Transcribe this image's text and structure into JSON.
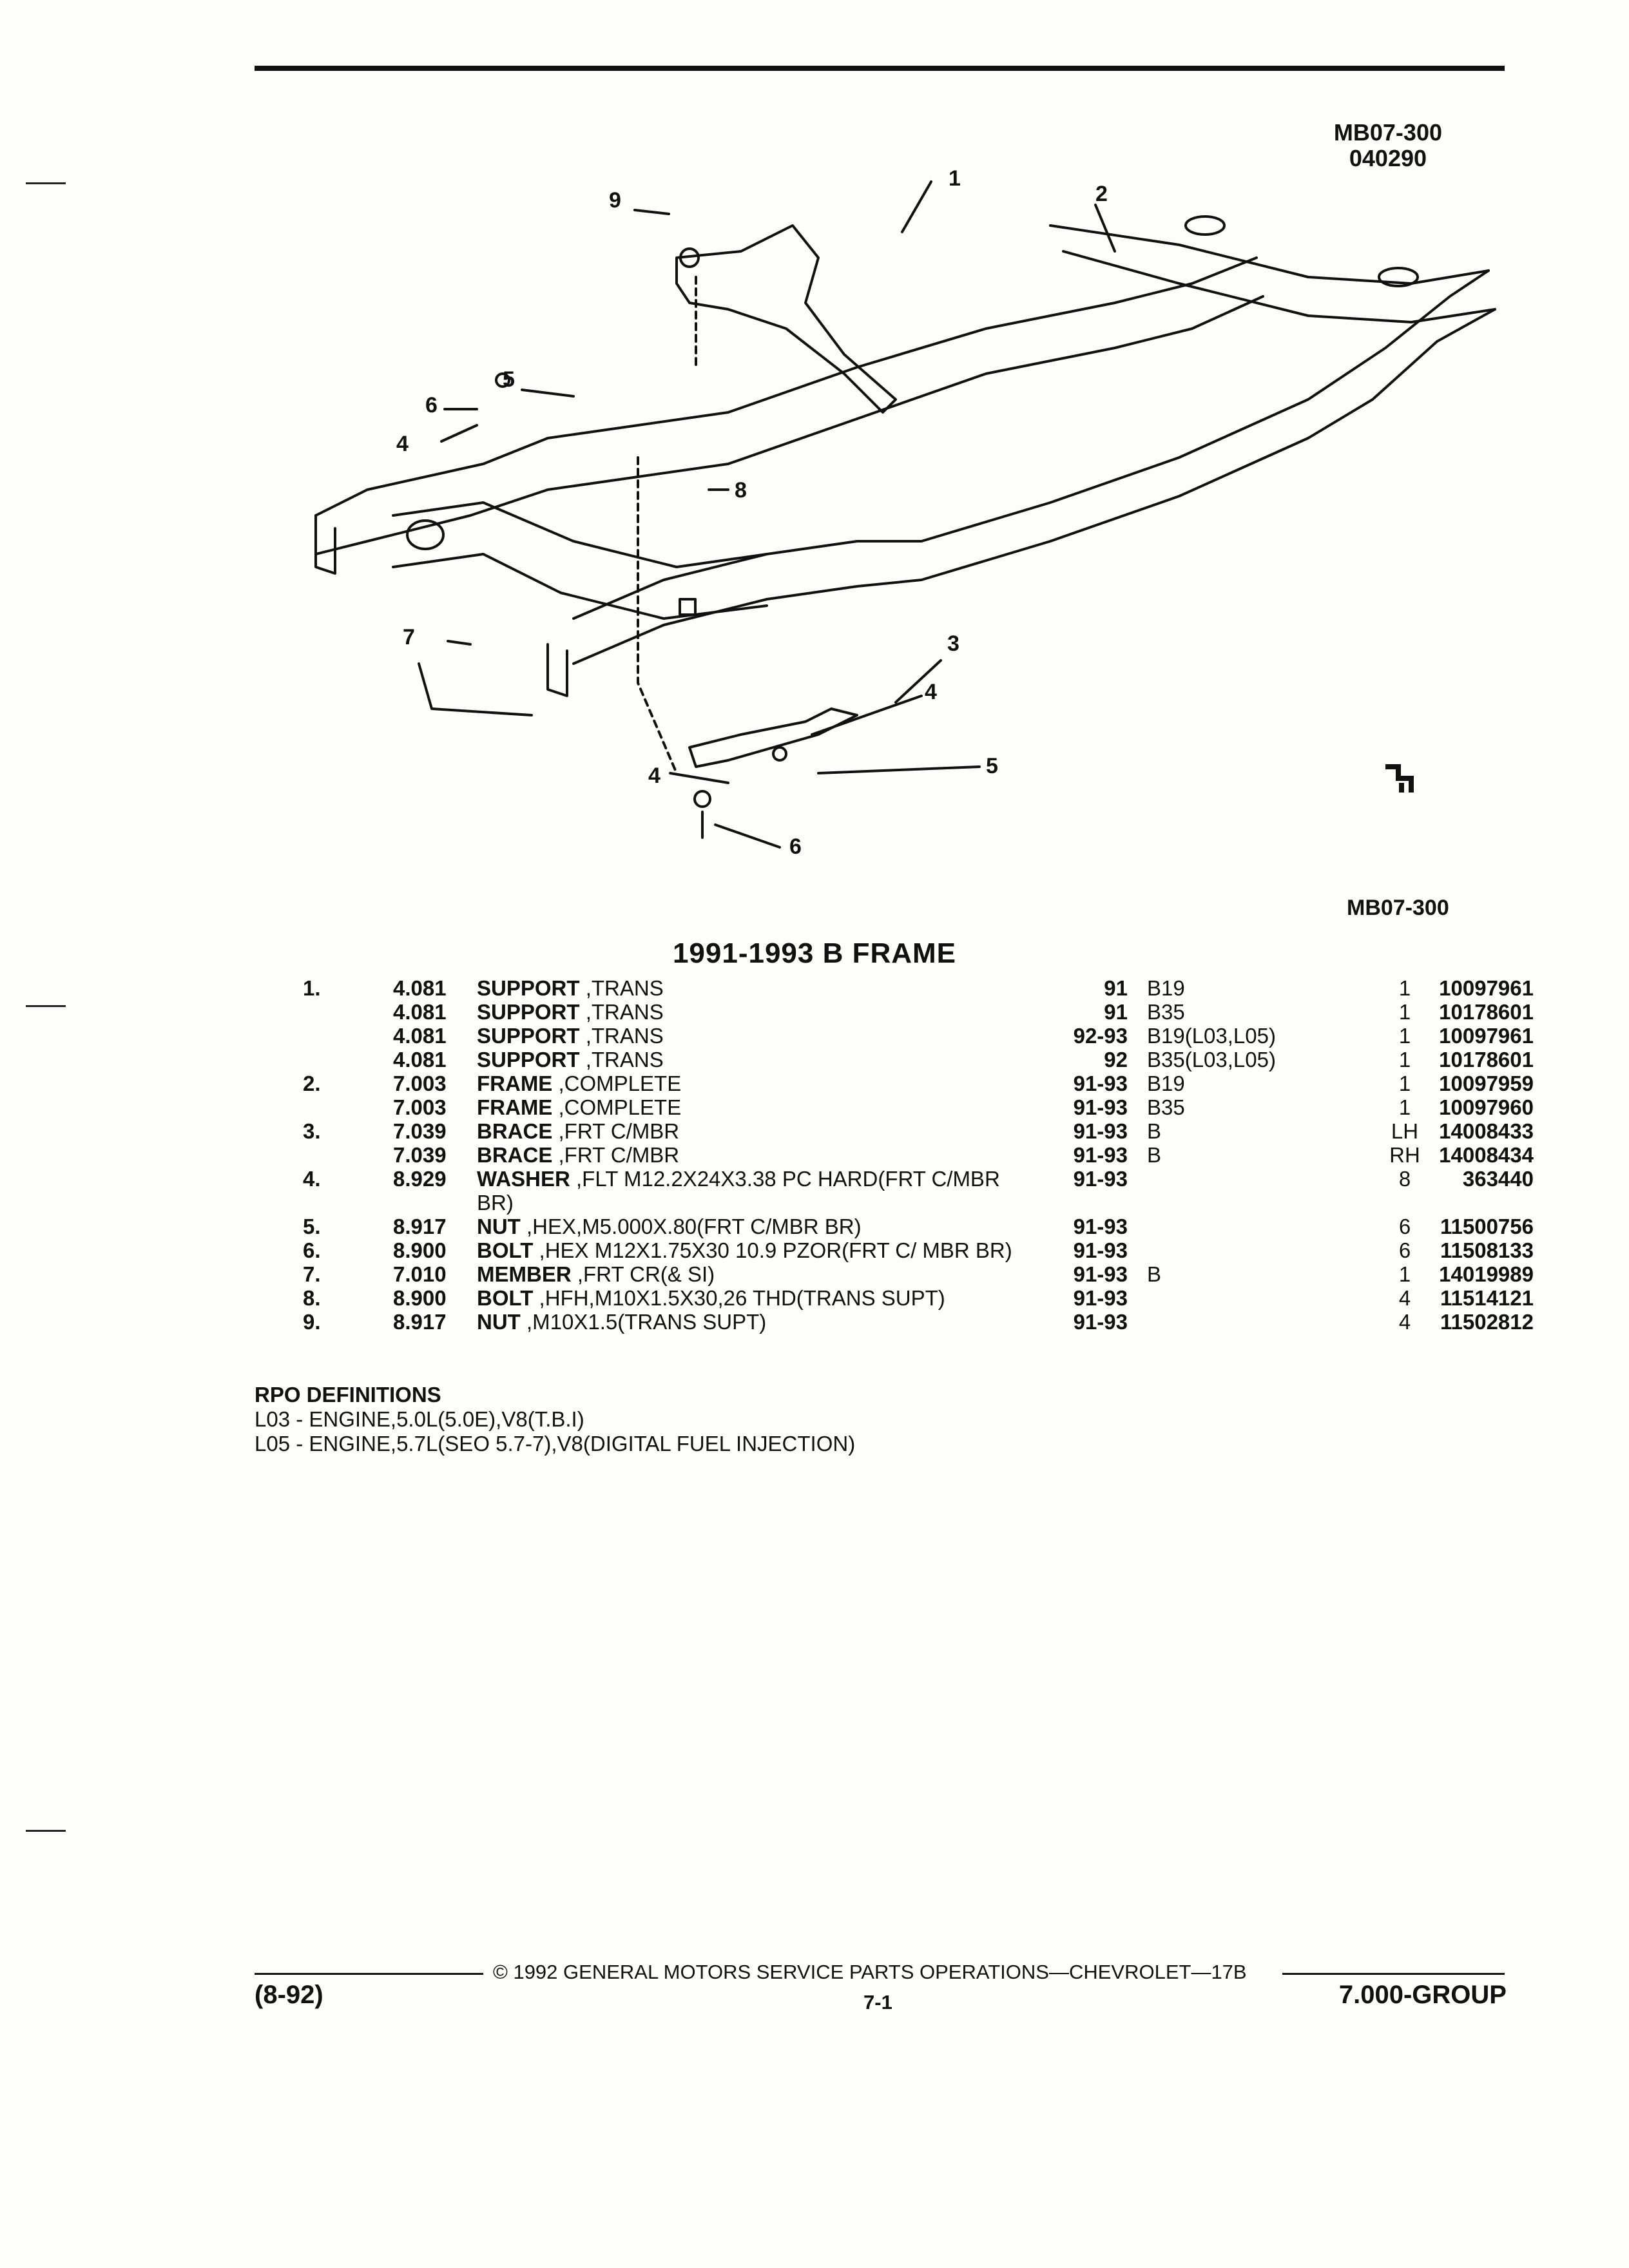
{
  "header": {
    "doc_code": "MB07-300",
    "doc_date": "040290"
  },
  "illustration": {
    "figure_ref": "MB07-300",
    "callouts": [
      "1",
      "2",
      "3",
      "4",
      "4",
      "5",
      "5",
      "6",
      "6",
      "7",
      "8",
      "9"
    ]
  },
  "title": "1991-1993 B FRAME",
  "parts": [
    {
      "ref": "1.",
      "group": "4.081",
      "name": "SUPPORT",
      "desc": ",TRANS",
      "years": "91",
      "rpo": "B19",
      "qty": "1",
      "part_no": "10097961"
    },
    {
      "ref": "",
      "group": "4.081",
      "name": "SUPPORT",
      "desc": ",TRANS",
      "years": "91",
      "rpo": "B35",
      "qty": "1",
      "part_no": "10178601"
    },
    {
      "ref": "",
      "group": "4.081",
      "name": "SUPPORT",
      "desc": ",TRANS",
      "years": "92-93",
      "rpo": "B19(L03,L05)",
      "qty": "1",
      "part_no": "10097961"
    },
    {
      "ref": "",
      "group": "4.081",
      "name": "SUPPORT",
      "desc": ",TRANS",
      "years": "92",
      "rpo": "B35(L03,L05)",
      "qty": "1",
      "part_no": "10178601"
    },
    {
      "ref": "2.",
      "group": "7.003",
      "name": "FRAME",
      "desc": ",COMPLETE",
      "years": "91-93",
      "rpo": "B19",
      "qty": "1",
      "part_no": "10097959"
    },
    {
      "ref": "",
      "group": "7.003",
      "name": "FRAME",
      "desc": ",COMPLETE",
      "years": "91-93",
      "rpo": "B35",
      "qty": "1",
      "part_no": "10097960"
    },
    {
      "ref": "3.",
      "group": "7.039",
      "name": "BRACE",
      "desc": ",FRT C/MBR",
      "years": "91-93",
      "rpo": "B",
      "qty": "LH",
      "part_no": "14008433"
    },
    {
      "ref": "",
      "group": "7.039",
      "name": "BRACE",
      "desc": ",FRT C/MBR",
      "years": "91-93",
      "rpo": "B",
      "qty": "RH",
      "part_no": "14008434"
    },
    {
      "ref": "4.",
      "group": "8.929",
      "name": "WASHER",
      "desc": ",FLT M12.2X24X3.38 PC HARD(FRT C/MBR BR)",
      "years": "91-93",
      "rpo": "",
      "qty": "8",
      "part_no": "363440"
    },
    {
      "ref": "5.",
      "group": "8.917",
      "name": "NUT",
      "desc": ",HEX,M5.000X.80(FRT C/MBR BR)",
      "years": "91-93",
      "rpo": "",
      "qty": "6",
      "part_no": "11500756"
    },
    {
      "ref": "6.",
      "group": "8.900",
      "name": "BOLT",
      "desc": ",HEX M12X1.75X30 10.9 PZOR(FRT C/ MBR BR)",
      "years": "91-93",
      "rpo": "",
      "qty": "6",
      "part_no": "11508133"
    },
    {
      "ref": "7.",
      "group": "7.010",
      "name": "MEMBER",
      "desc": ",FRT CR(& SI)",
      "years": "91-93",
      "rpo": "B",
      "qty": "1",
      "part_no": "14019989"
    },
    {
      "ref": "8.",
      "group": "8.900",
      "name": "BOLT",
      "desc": ",HFH,M10X1.5X30,26 THD(TRANS SUPT)",
      "years": "91-93",
      "rpo": "",
      "qty": "4",
      "part_no": "11514121"
    },
    {
      "ref": "9.",
      "group": "8.917",
      "name": "NUT",
      "desc": ",M10X1.5(TRANS SUPT)",
      "years": "91-93",
      "rpo": "",
      "qty": "4",
      "part_no": "11502812"
    }
  ],
  "rpo": {
    "heading": "RPO DEFINITIONS",
    "definitions": [
      "L03 - ENGINE,5.0L(5.0E),V8(T.B.I)",
      "L05 - ENGINE,5.7L(SEO 5.7-7),V8(DIGITAL FUEL INJECTION)"
    ]
  },
  "footer": {
    "copyright": "© 1992 GENERAL MOTORS SERVICE PARTS OPERATIONS—CHEVROLET—17B",
    "date": "(8-92)",
    "page": "7-1",
    "group": "7.000-GROUP"
  }
}
